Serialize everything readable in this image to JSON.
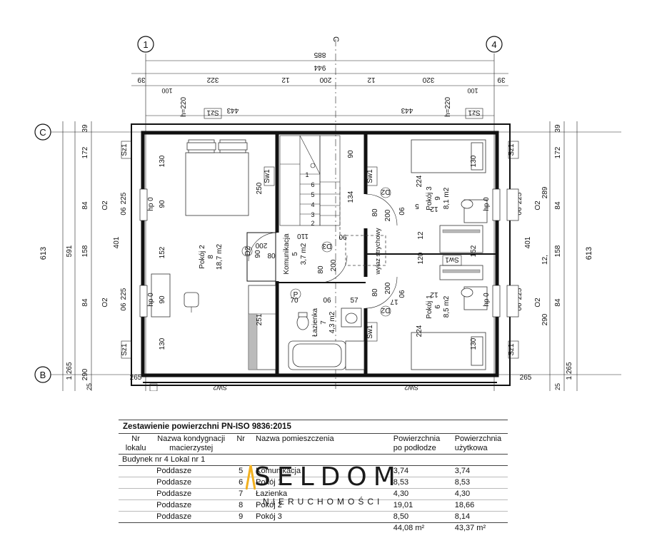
{
  "axes": {
    "left": "1",
    "right": "4",
    "center": "C",
    "row_top": "C",
    "row_bottom": "B"
  },
  "dims_top": {
    "total_inner": "885",
    "total_outer": "944",
    "seg": [
      "39",
      "322",
      "12",
      "200",
      "12",
      "320",
      "39"
    ],
    "seg_small": [
      "100",
      "100"
    ],
    "h_left": "h=220",
    "h_right": "h=220",
    "sz_left": "Sz1",
    "sz_right": "Sz1",
    "w443_left": "443",
    "w443_right": "443"
  },
  "dims_left": {
    "total": "613",
    "sub": "591",
    "seg": [
      "39",
      "172",
      "84",
      "158",
      "84",
      "290"
    ],
    "bottom": "1 265",
    "inner": "401",
    "o2a": "O2",
    "o2b": "O2",
    "v225a": "225",
    "v225b": "225",
    "v06a": "06",
    "v06b": "06"
  },
  "dims_right": {
    "total": "613",
    "seg": [
      "39",
      "172",
      "84",
      "289",
      "158",
      "84",
      "290"
    ],
    "bottom": "1 265",
    "inner": "401",
    "o2a": "O2",
    "o2b": "O2",
    "v225a": "225",
    "v225b": "225",
    "v06a": "06",
    "v06b": "06",
    "v12": "12,"
  },
  "rooms": {
    "pokoj2": {
      "name": "Pokój 2",
      "nr": "8",
      "area": "18,7 m2"
    },
    "komunikacja": {
      "name": "Komunikacja",
      "nr": "5",
      "area": "3,7 m2"
    },
    "lazienka": {
      "name": "Łazienka",
      "nr": "7",
      "area": "4,3 m2"
    },
    "pokoj3": {
      "name": "Pokój 3",
      "nr": "9",
      "area": "8,1 m2"
    },
    "pokoj1": {
      "name": "Pokój 1",
      "nr": "6",
      "area": "8,5 m2"
    },
    "wylaz": "wyłaz strychowy"
  },
  "plan_labels": {
    "sz1": "Sz1",
    "sw1": "Sw1",
    "hp0": "hp 0",
    "d2": "D2",
    "d3": "D3",
    "p": "P",
    "n90": "90",
    "n130": "130",
    "n152": "152",
    "n250": "250",
    "n251": "251",
    "n200": "200",
    "n80": "80",
    "n110": "110",
    "n70": "70",
    "n57": "57",
    "n224": "224",
    "n134": "134",
    "n120": "120",
    "n06": "06",
    "n12": "12",
    "n5": "5",
    "n265": "265",
    "n25": "25",
    "n17": "17",
    "sw2": "SW2",
    "stairs": [
      "6",
      "5",
      "4",
      "3",
      "2",
      "1"
    ]
  },
  "summary": {
    "title": "Zestawienie powierzchni PN-ISO 9836:2015",
    "headers": {
      "nr_lokalu": [
        "Nr",
        "lokalu"
      ],
      "kondygnacja": [
        "Nazwa kondygnacji",
        "macierzystej"
      ],
      "nr": "Nr",
      "nazwa": "Nazwa pomieszczenia",
      "pow_podloga": [
        "Powierzchnia",
        "po podłodze"
      ],
      "pow_uzytkowa": [
        "Powierzchnia",
        "użytkowa"
      ]
    },
    "group": "Budynek nr 4 Lokal nr 1",
    "rows": [
      {
        "kond": "Poddasze",
        "nr": "5",
        "name": "Komunikacja",
        "floor": "3,74",
        "usable": "3,74"
      },
      {
        "kond": "Poddasze",
        "nr": "6",
        "name": "Pokój 1",
        "floor": "8,53",
        "usable": "8,53"
      },
      {
        "kond": "Poddasze",
        "nr": "7",
        "name": "Łazienka",
        "floor": "4,30",
        "usable": "4,30"
      },
      {
        "kond": "Poddasze",
        "nr": "8",
        "name": "Pokój 2",
        "floor": "19,01",
        "usable": "18,66"
      },
      {
        "kond": "Poddasze",
        "nr": "9",
        "name": "Pokój 3",
        "floor": "8,50",
        "usable": "8,14"
      }
    ],
    "total_floor": "44,08 m²",
    "total_usable": "43,37 m²"
  },
  "logo": {
    "brand": "SELDOM",
    "sub": "NIERUCHOMOŚCI",
    "accent": "#f2b01e"
  }
}
